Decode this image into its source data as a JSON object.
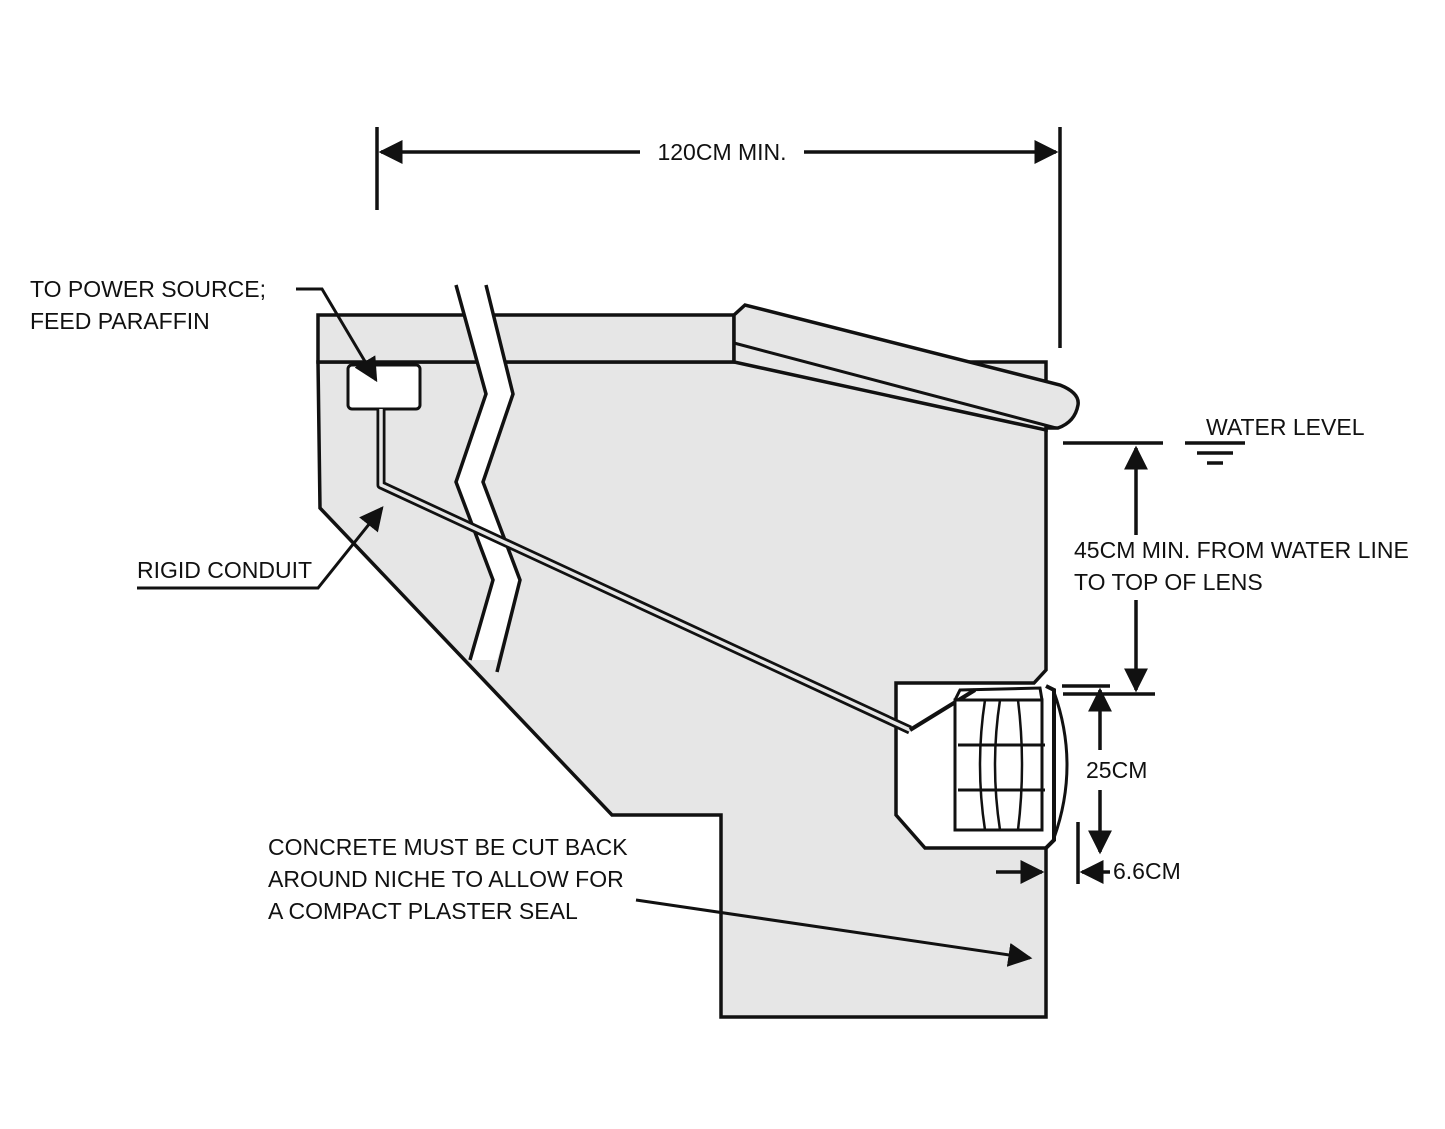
{
  "colors": {
    "line": "#111111",
    "concrete_fill": "#e6e6e6",
    "background": "#ffffff"
  },
  "labels": {
    "width_dim": "120CM MIN.",
    "power_line1": "TO POWER SOURCE;",
    "power_line2": "FEED PARAFFIN",
    "conduit": "RIGID CONDUIT",
    "water_level": "WATER LEVEL",
    "depth_line1": "45CM MIN. FROM WATER LINE",
    "depth_line2": "TO TOP OF LENS",
    "lens_height": "25CM",
    "lens_offset": "6.6CM",
    "concrete_line1": "CONCRETE MUST BE CUT BACK",
    "concrete_line2": "AROUND NICHE TO ALLOW FOR",
    "concrete_line3": "A COMPACT PLASTER SEAL"
  },
  "icons": [
    "water-level-symbol-icon",
    "junction-box-icon",
    "light-fixture-icon"
  ]
}
